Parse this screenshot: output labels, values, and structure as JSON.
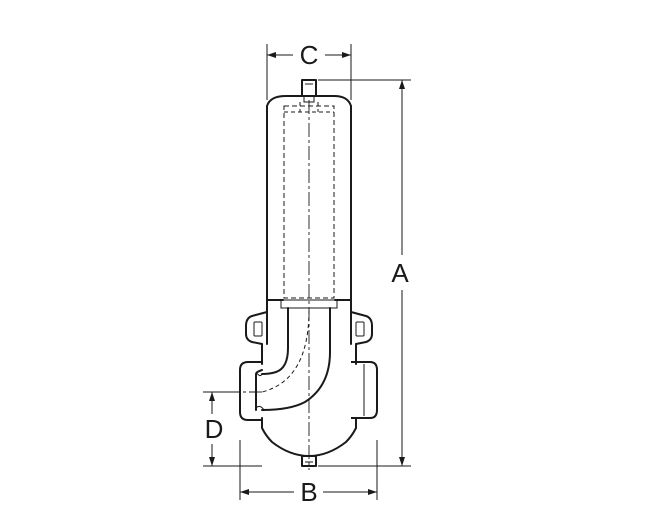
{
  "dimensions": {
    "A": "A",
    "B": "B",
    "C": "C",
    "D": "D"
  },
  "colors": {
    "line": "#1a1a1a",
    "background": "#ffffff"
  }
}
